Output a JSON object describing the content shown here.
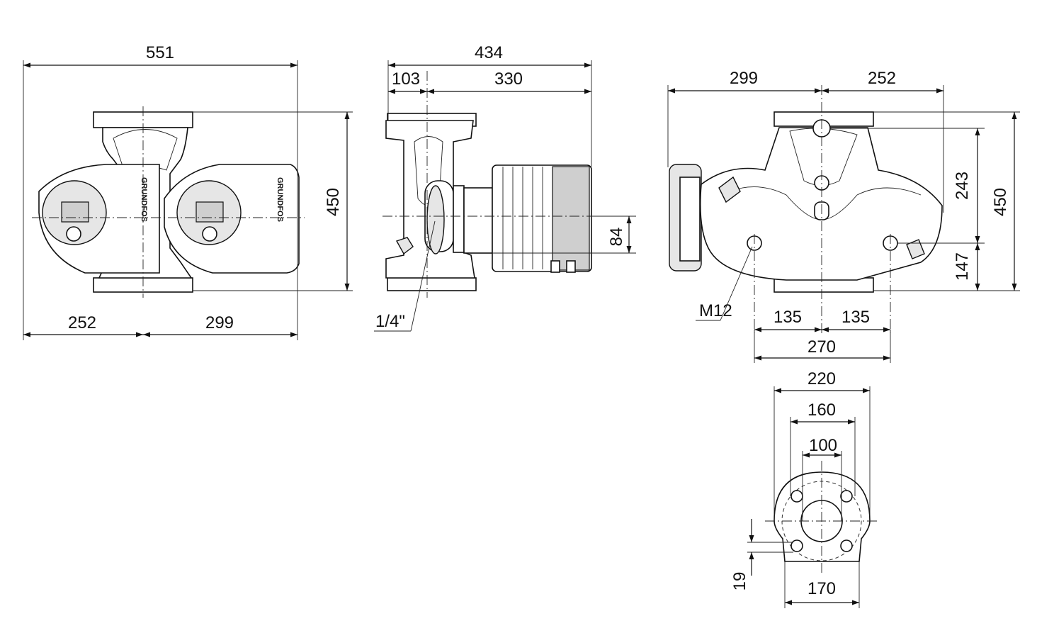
{
  "views": {
    "front": {
      "overall_width": "551",
      "height": "450",
      "left_offset": "252",
      "right_offset": "299",
      "brand": "GRUNDFOS"
    },
    "side": {
      "overall_length": "434",
      "flange_offset": "103",
      "motor_length": "330",
      "shaft_height": "84",
      "port_label": "1/4\""
    },
    "rear": {
      "left_width": "299",
      "right_width": "252",
      "upper_height": "243",
      "total_height": "450",
      "lower_height": "147",
      "thread_label": "M12",
      "foot_left": "135",
      "foot_right": "135",
      "foot_span": "270"
    },
    "flange": {
      "outer_diameter": "220",
      "bolt_circle": "160",
      "bore": "100",
      "base_width": "170",
      "hole_size": "19"
    }
  }
}
